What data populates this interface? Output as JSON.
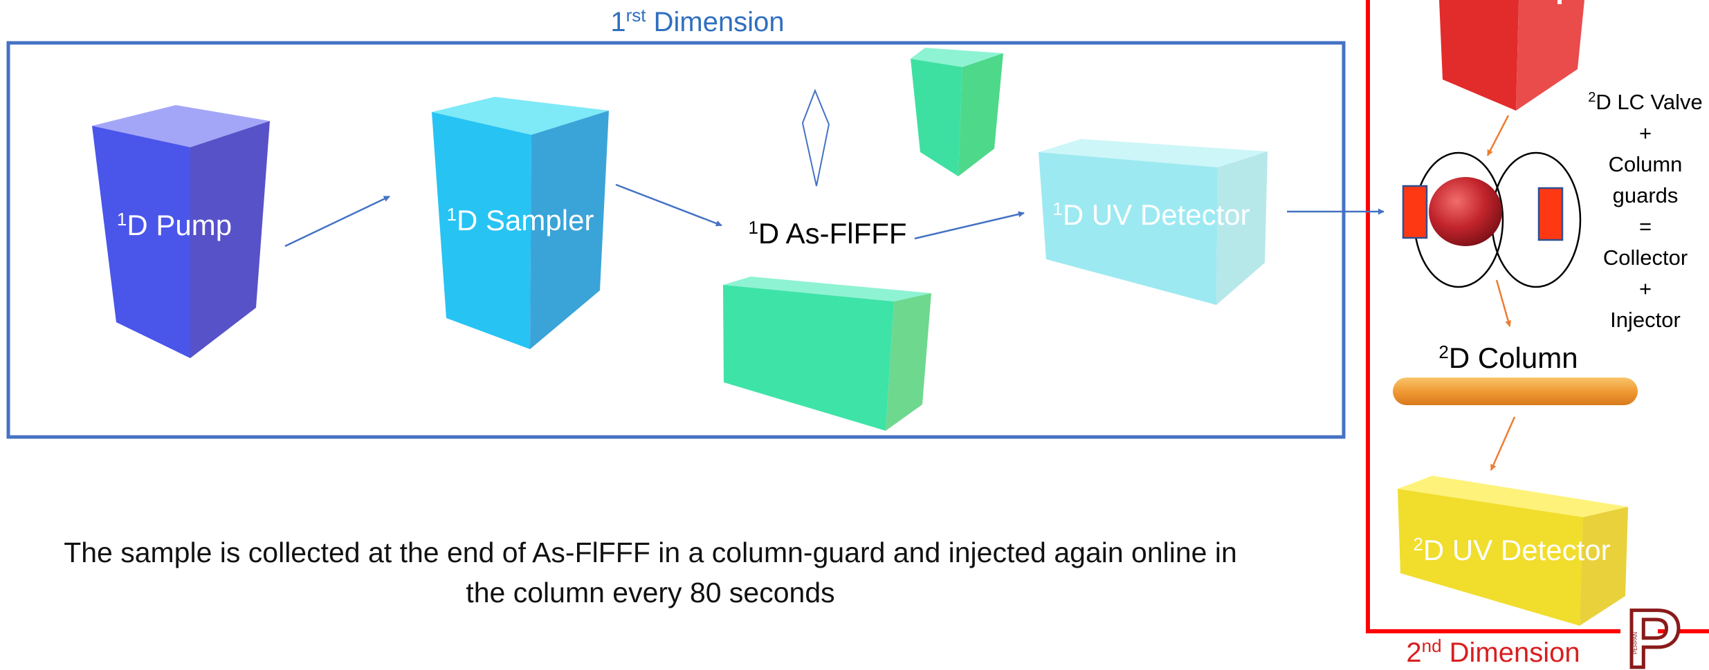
{
  "colors": {
    "first_dimension": "#4472c4",
    "second_dimension": "#ff0000",
    "orange_arrow": "#ed7d31",
    "pump_blue": "#4b55e6",
    "sampler_cyan": "#2ebfef",
    "green_box": "#3de3a6",
    "uv_detector_1": "#a3eef2",
    "pump_2_red": "#e63a3a",
    "column_orange": "#f2a03c",
    "uv_detector_2": "#f4e034",
    "valve_red": "#ff3814",
    "logo_maroon": "#8a1a1a"
  },
  "first_dimension": {
    "title_prefix": "1",
    "title_sup": "rst",
    "title_rest": " Dimension",
    "pump": {
      "sup": "1",
      "label": "D Pump"
    },
    "sampler": {
      "sup": "1",
      "label": "D Sampler"
    },
    "asflfff": {
      "sup": "1",
      "label": "D As-FlFFF"
    },
    "uv_detector": {
      "sup": "1",
      "label": "D UV Detector"
    }
  },
  "second_dimension": {
    "title_prefix": "2",
    "title_sup": "nd",
    "title_rest": "  Dimension",
    "valve_lines": [
      {
        "sup": "2",
        "text": "D LC Valve"
      },
      {
        "sup": "",
        "text": "+"
      },
      {
        "sup": "",
        "text": "Column"
      },
      {
        "sup": "",
        "text": "guards"
      },
      {
        "sup": "",
        "text": "="
      },
      {
        "sup": "",
        "text": "Collector"
      },
      {
        "sup": "",
        "text": "+"
      },
      {
        "sup": "",
        "text": "Injector"
      }
    ],
    "column": {
      "sup": "2",
      "label": "D Column"
    },
    "uv_detector": {
      "sup": "2",
      "label": "D UV Detector"
    }
  },
  "caption": {
    "line1": "The sample is collected at the end of As-FlFFF in a column-guard and injected again online in",
    "line2": "the column every 80 seconds"
  },
  "logo": {
    "letter": "P",
    "small_text": "PERPAN"
  }
}
